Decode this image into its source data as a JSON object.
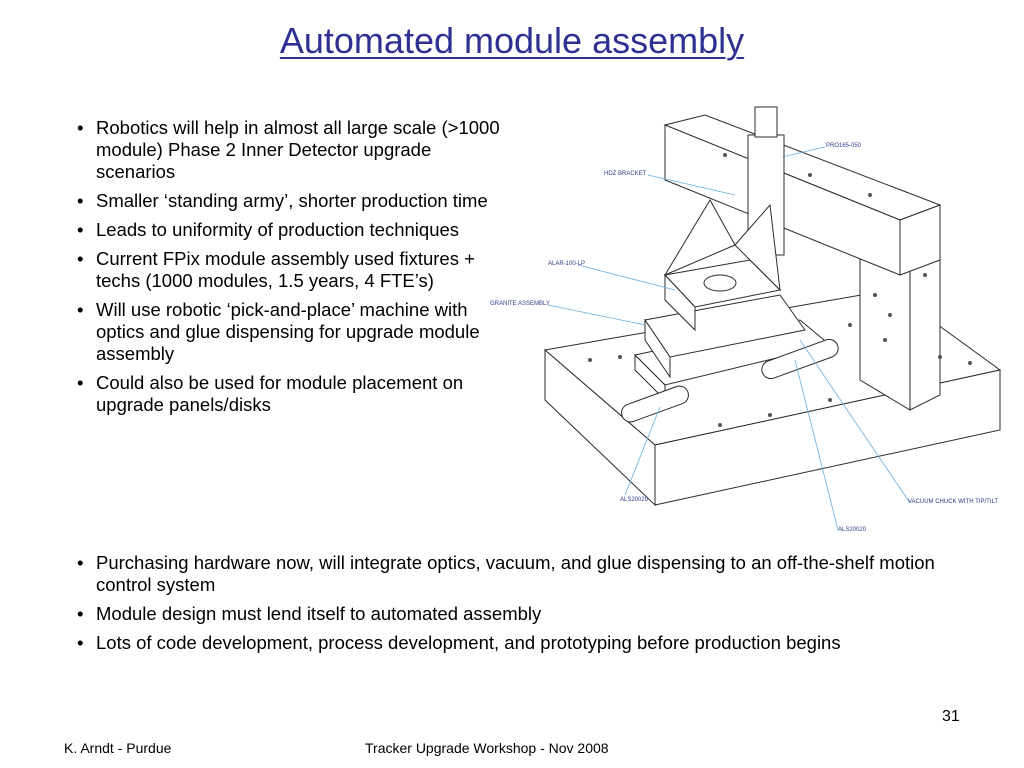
{
  "slide": {
    "title": "Automated module assembly",
    "top_bullets": [
      "Robotics will help in almost all large scale (>1000 module) Phase 2 Inner Detector upgrade scenarios",
      "Smaller ‘standing army’, shorter production time",
      "Leads to uniformity of production techniques",
      "Current FPix module assembly used fixtures + techs (1000 modules, 1.5 years, 4 FTE’s)",
      "Will use robotic ‘pick-and-place’ machine with optics and glue dispensing for upgrade module assembly",
      "Could also be used for module placement on upgrade panels/disks"
    ],
    "bottom_bullets": [
      "Purchasing hardware now, will integrate optics, vacuum, and glue dispensing to an off-the-shelf motion control system",
      "Module design must lend itself to automated assembly",
      "Lots of code development, process development, and prototyping before production begins"
    ],
    "page_number": "31",
    "footer_left": "K. Arndt - Purdue",
    "footer_center": "Tracker Upgrade Workshop - Nov 2008"
  },
  "diagram": {
    "labels": {
      "pro": "PRO165-050",
      "hdz": "HDZ BRACKET",
      "alar": "ALAR-100-LP",
      "granite": "GRANITE ASSEMBLY",
      "als_left": "ALS20020",
      "als_bottom": "ALS20020",
      "vacuum": "VACUUM CHUCK WITH TIP/TILT"
    }
  },
  "colors": {
    "title": "#2e3192",
    "leader_lines": "#6aaee0",
    "line_art": "#2b2b2b"
  }
}
